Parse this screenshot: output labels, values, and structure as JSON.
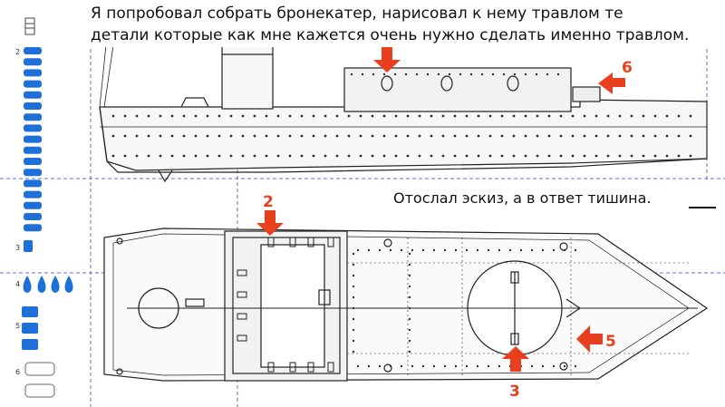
{
  "caption_top": {
    "line1": "Я попробовал собрать бронекатер, нарисовал к нему травлом те",
    "line2": "детали которые как мне кажется очень нужно сделать именно травлом."
  },
  "caption_mid": "Отослал эскиз, а в ответ тишина.",
  "markers": [
    "2",
    "3",
    "5",
    "6"
  ],
  "parts_column": [
    "2",
    "3",
    "4",
    "5",
    "6"
  ],
  "colors": {
    "arrow": "#e8401e",
    "parts": "#1e6fd8",
    "line": "#222222",
    "guide": "#6a6ad8"
  }
}
